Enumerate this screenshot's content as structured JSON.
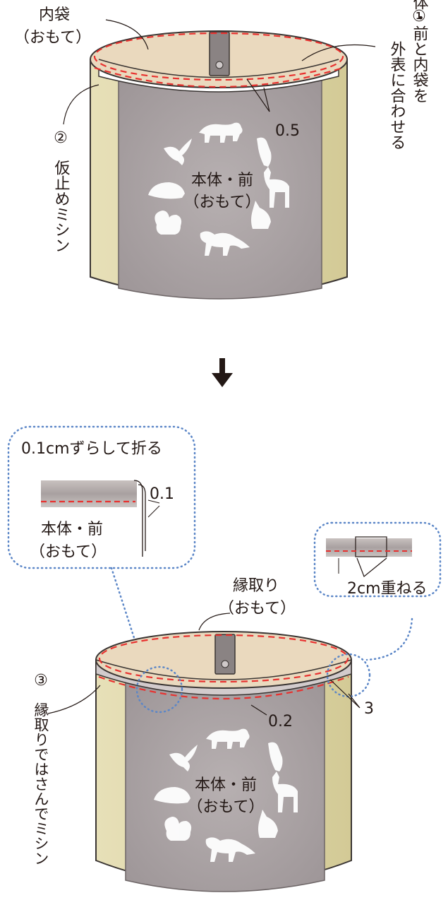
{
  "top": {
    "inner_bag_label": "内袋",
    "inner_bag_side": "（おもて）",
    "step1_number": "①",
    "step1_text_col1": "本体・前と内袋を",
    "step1_text_col2": "外表に合わせる",
    "measure_05": "0.5",
    "step2_number": "②",
    "step2_text": "仮止めミシン",
    "body_front_label": "本体・前",
    "body_front_side": "（おもて）"
  },
  "arrow": {
    "icon": "down-arrow-icon"
  },
  "bottom": {
    "callout_left_title": "0.1cmずらして折る",
    "callout_left_measure": "0.1",
    "callout_left_body_label": "本体・前",
    "callout_left_body_side": "（おもて）",
    "callout_right_text": "2cm重ねる",
    "binding_label": "縁取り",
    "binding_side": "（おもて）",
    "step3_number": "③",
    "step3_text_col1": "縁取りではさんでミシン",
    "measure_02": "0.2",
    "measure_3": "3",
    "body_front_label": "本体・前",
    "body_front_side": "（おもて）"
  },
  "colors": {
    "inner_bag": "#e9d8bd",
    "body_front": "#a79f9f",
    "side_panel": "#ddd5a6",
    "stitch_red": "#e8312f",
    "callout_border": "#5b86c7",
    "binding": "#d2cbcc"
  }
}
